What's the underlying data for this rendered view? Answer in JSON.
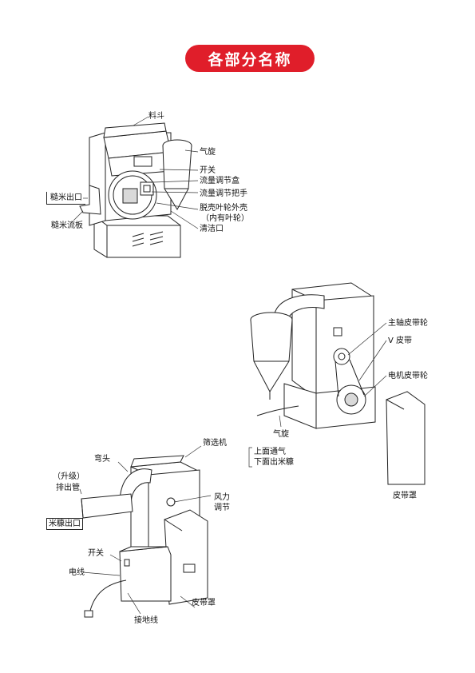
{
  "header": {
    "title": "各部分名称"
  },
  "figure1": {
    "labels": {
      "hopper": "料斗",
      "cyclone": "气旋",
      "switch": "开关",
      "flow_box": "流量调节盒",
      "flow_handle": "流量调节把手",
      "husk_shell": "脱壳叶轮外壳",
      "husk_shell_note": "（内有叶轮）",
      "clean_port": "清洁口",
      "brown_rice_outlet": "糙米出口",
      "brown_rice_plate": "糙米流板"
    }
  },
  "figure2": {
    "labels": {
      "main_pulley": "主轴皮带轮",
      "v_belt": "V 皮带",
      "motor_pulley": "电机皮带轮",
      "cyclone": "气旋",
      "air_note_line1": "上面通气",
      "air_note_line2": "下面出米糠",
      "belt_cover": "皮带罩"
    }
  },
  "figure3": {
    "labels": {
      "sieve": "筛选机",
      "elbow": "弯头",
      "upgrade": "（升级）",
      "discharge_pipe": "排出管",
      "bran_outlet": "米糠出口",
      "wind_adjust_line1": "风力",
      "wind_adjust_line2": "调节",
      "switch": "开关",
      "wire": "电线",
      "ground_wire": "接地线",
      "belt_cover": "皮带罩"
    }
  }
}
